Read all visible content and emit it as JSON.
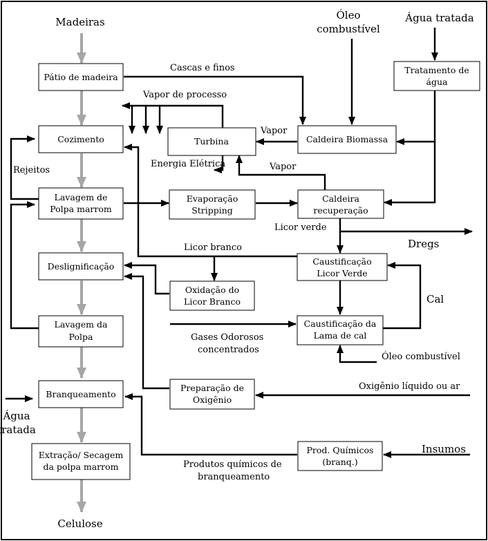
{
  "colors": {
    "main_flow": "#a6a6a6",
    "streams": "#000000",
    "background": "#ffffff"
  },
  "inputs": {
    "madeiras": "Madeiras",
    "oleo_1": "Óleo",
    "oleo_2": "combustível",
    "agua_tratada": "Água tratada",
    "agua_left_1": "Água",
    "agua_left_2": "tratada",
    "celulose": "Celulose"
  },
  "boxes": {
    "patio": [
      "Pátio de madeira"
    ],
    "cozimento": [
      "Cozimento"
    ],
    "lavagem_marrom": [
      "Lavagem de",
      "Polpa marrom"
    ],
    "deslignificacao": [
      "Deslignificação"
    ],
    "lavagem_polpa": [
      "Lavagem da",
      "Polpa"
    ],
    "branqueamento": [
      "Branqueamento"
    ],
    "extracao": [
      "Extração/ Secagem",
      "da polpa marrom"
    ],
    "turbina": [
      "Turbina"
    ],
    "caldeira_biomassa": [
      "Caldeira Biomassa"
    ],
    "tratamento": [
      "Tratamento      de",
      "água"
    ],
    "evaporacao": [
      "Evaporação",
      "Stripping"
    ],
    "caldeira_rec": [
      "Caldeira",
      "recuperação"
    ],
    "caustificacao_licor": [
      "Caustificação",
      "Licor Verde"
    ],
    "oxidacao": [
      "Oxidação do",
      "Licor Branco"
    ],
    "caustificacao_lama": [
      "Caustificação da",
      "Lama de cal"
    ],
    "preparacao": [
      "Preparação de",
      "Oxigênio"
    ],
    "prod_quimicos": [
      "Prod. Químicos",
      "(branq.)"
    ]
  },
  "labels": {
    "cascas": "Cascas e finos",
    "vapor_processo": "Vapor de processo",
    "vapor_1": "Vapor",
    "vapor_2": "Vapor",
    "energia": "Energia Elétrica",
    "rejeitos": "Rejeitos",
    "licor_verde": "Licor verde",
    "dregs": "Dregs",
    "licor_branco": "Licor branco",
    "cal": "Cal",
    "gases_1": "Gases Odorosos",
    "gases_2": "concentrados",
    "oleo_comb": "Óleo combustível",
    "oxigenio": "Oxigênio líquido ou ar",
    "insumos": "Insumos",
    "prod_branq_1": "Produtos químicos de",
    "prod_branq_2": "branqueamento"
  }
}
